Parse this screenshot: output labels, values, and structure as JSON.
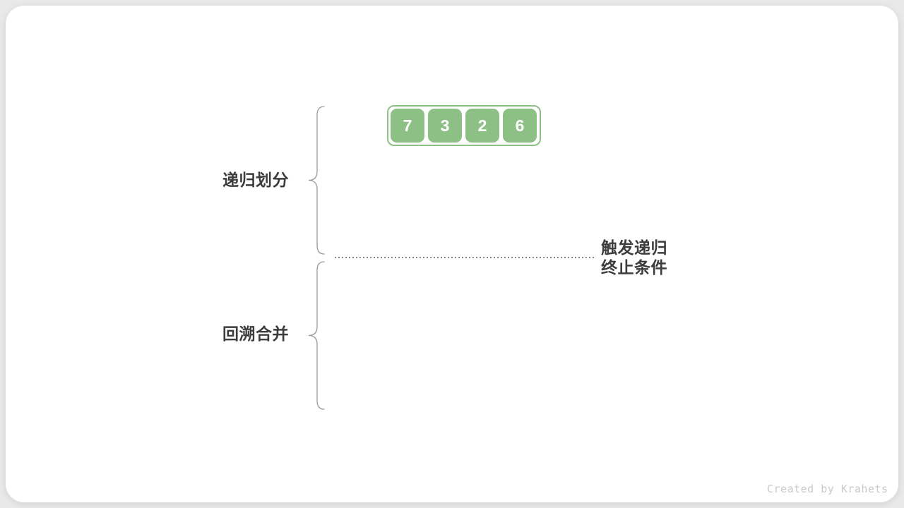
{
  "figure": {
    "array": {
      "values": [
        "7",
        "3",
        "2",
        "6"
      ]
    },
    "phases": [
      {
        "label": "递归划分"
      },
      {
        "label": "回溯合并"
      }
    ],
    "annotation": {
      "line1": "触发递归",
      "line2": "终止条件"
    },
    "watermark": "Created by Krahets"
  },
  "colors": {
    "node_green": "#8CC084",
    "container_border_green": "#8CC084",
    "label_text": "#3C3C3C",
    "brace_gray": "#999999",
    "dotted_line_gray": "#878787",
    "watermark_gray": "#CACACA",
    "card_bg": "#FFFFFF",
    "page_bg": "#E9E9E9"
  }
}
